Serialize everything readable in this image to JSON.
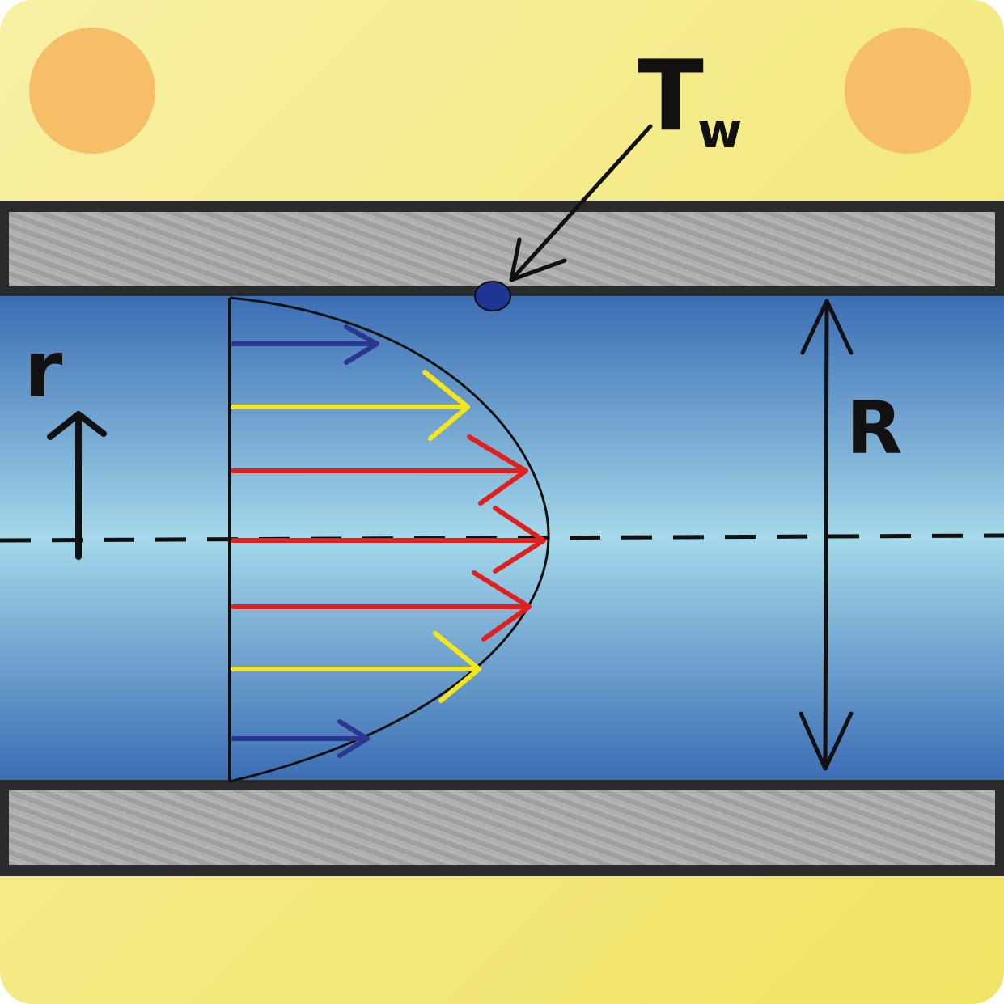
{
  "labels": {
    "wall_temperature_main": "T",
    "wall_temperature_subscript": "w",
    "radial_coordinate": "r",
    "radius": "R"
  },
  "colors": {
    "background_top": "#f6ee9c",
    "background_bottom": "#f2e46a",
    "heater_dot": "#f6be66",
    "pipe_wall": "#a9a9a9",
    "pipe_outline": "#2b2b2b",
    "fluid_edge": "#3a6db5",
    "fluid_center": "#a2d6e8",
    "sensor_dot": "#1f3593",
    "arrow_outer": "#2c3590",
    "arrow_middle": "#f5e51b",
    "arrow_inner": "#e0201e",
    "ink": "#111111"
  },
  "icons": {
    "sensor": "filled-circle",
    "heaters": "circle"
  }
}
